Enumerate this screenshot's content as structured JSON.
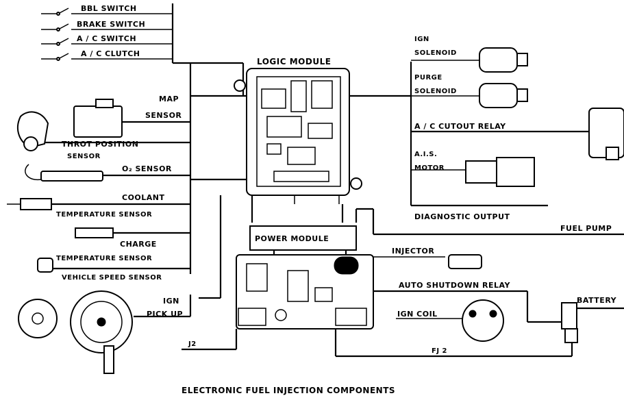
{
  "caption": "ELECTRONIC FUEL INJECTION COMPONENTS",
  "modules": {
    "logic": "LOGIC MODULE",
    "power": "POWER MODULE"
  },
  "switches": [
    "BBL SWITCH",
    "BRAKE SWITCH",
    "A / C SWITCH",
    "A / C CLUTCH"
  ],
  "inputs": {
    "map_line1": "MAP",
    "map_line2": "SENSOR",
    "throt_position": "THROT POSITION",
    "throt_sensor": "SENSOR",
    "o2_sensor": "O₂ SENSOR",
    "coolant_line1": "COOLANT",
    "coolant_line2": "TEMPERATURE SENSOR",
    "charge_line1": "CHARGE",
    "charge_line2": "TEMPERATURE SENSOR",
    "vehicle_speed": "VEHICLE SPEED SENSOR",
    "ign_pickup_line1": "IGN",
    "ign_pickup_line2": "PICK UP"
  },
  "outputs": {
    "ign_solenoid_line1": "IGN",
    "ign_solenoid_line2": "SOLENOID",
    "purge_line1": "PURGE",
    "purge_line2": "SOLENOID",
    "ac_cutout": "A / C CUTOUT RELAY",
    "ais_line1": "A.I.S.",
    "ais_line2": "MOTOR",
    "diagnostic": "DIAGNOSTIC OUTPUT",
    "fuel_pump": "FUEL PUMP",
    "injector": "INJECTOR",
    "auto_shutdown": "AUTO SHUTDOWN RELAY",
    "ign_coil": "IGN COIL",
    "battery": "BATTERY"
  },
  "connectors": {
    "j2": "J2",
    "fj2": "FJ 2"
  }
}
